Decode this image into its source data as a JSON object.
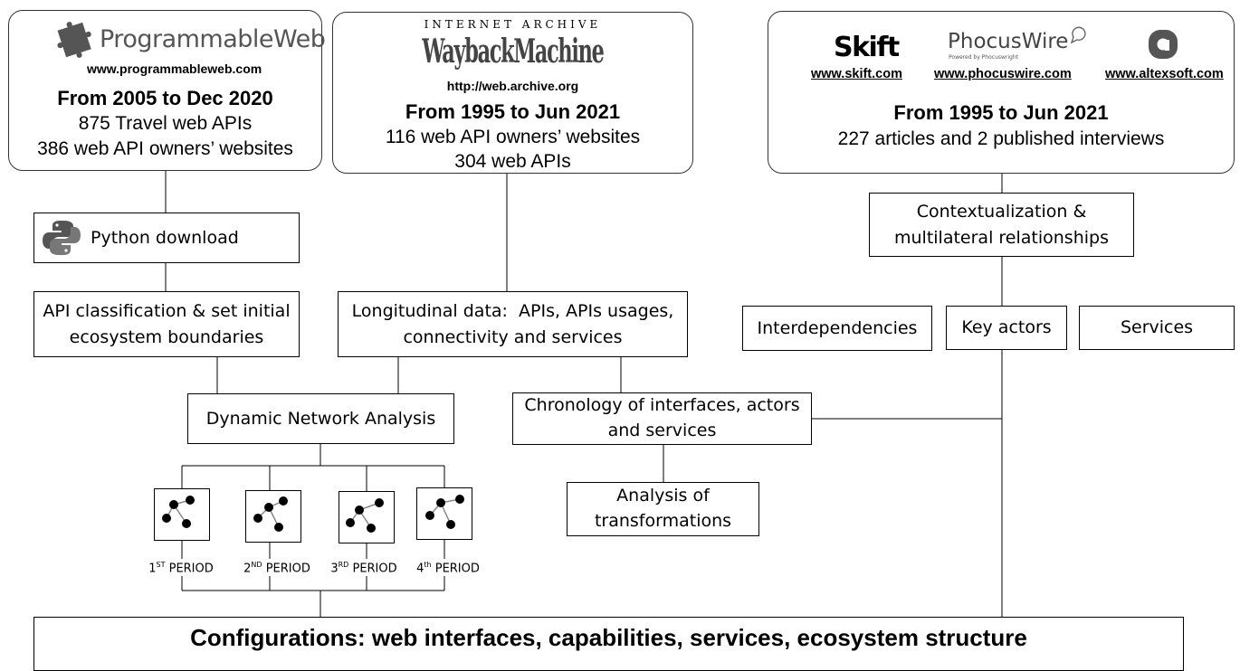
{
  "sources": {
    "programmableweb": {
      "logo_text": "ProgrammableWeb",
      "url": "www.programmableweb.com",
      "period": "From 2005 to Dec 2020",
      "stat1": "875 Travel web APIs",
      "stat2": "386 web API owners’ websites"
    },
    "wayback": {
      "logo_top": "INTERNET ARCHIVE",
      "logo_main": "WaybackMachine",
      "url": "http://web.archive.org",
      "period": "From 1995 to Jun 2021",
      "stat1": "116 web API owners’ websites",
      "stat2": "304 web APIs"
    },
    "media": {
      "skift_logo": "Skift",
      "phocus_logo": "PhocusWire",
      "phocus_tagline": "Powered by Phocuswright",
      "skift_url": "www.skift.com",
      "phocus_url": "www.phocuswire.com",
      "altex_url": "www.altexsoft.com",
      "period": "From 1995 to Jun 2021",
      "stat1": "227 articles and 2 published interviews"
    }
  },
  "steps": {
    "python_download": "Python download",
    "api_classification_1": "API classification & set initial",
    "api_classification_2": "ecosystem boundaries",
    "longitudinal_1": "Longitudinal data:  APIs, APIs usages,",
    "longitudinal_2": "connectivity and services",
    "contextualization_1": "Contextualization &",
    "contextualization_2": "multilateral relationships",
    "interdependencies": "Interdependencies",
    "key_actors": "Key actors",
    "services": "Services",
    "dna": "Dynamic Network Analysis",
    "chronology_1": "Chronology of interfaces, actors",
    "chronology_2": "and services",
    "analysis_1": "Analysis of",
    "analysis_2": "transformations",
    "configurations": "Configurations: web interfaces, capabilities, services, ecosystem structure"
  },
  "periods": [
    {
      "num": "1",
      "sup": "ST",
      "label": " PERIOD"
    },
    {
      "num": "2",
      "sup": "ND",
      "label": " PERIOD"
    },
    {
      "num": "3",
      "sup": "RD",
      "label": " PERIOD"
    },
    {
      "num": "4",
      "sup": "th",
      "label": " PERIOD"
    }
  ],
  "colors": {
    "line": "#000000",
    "logo_gray": "#555555",
    "node": "#000000"
  }
}
